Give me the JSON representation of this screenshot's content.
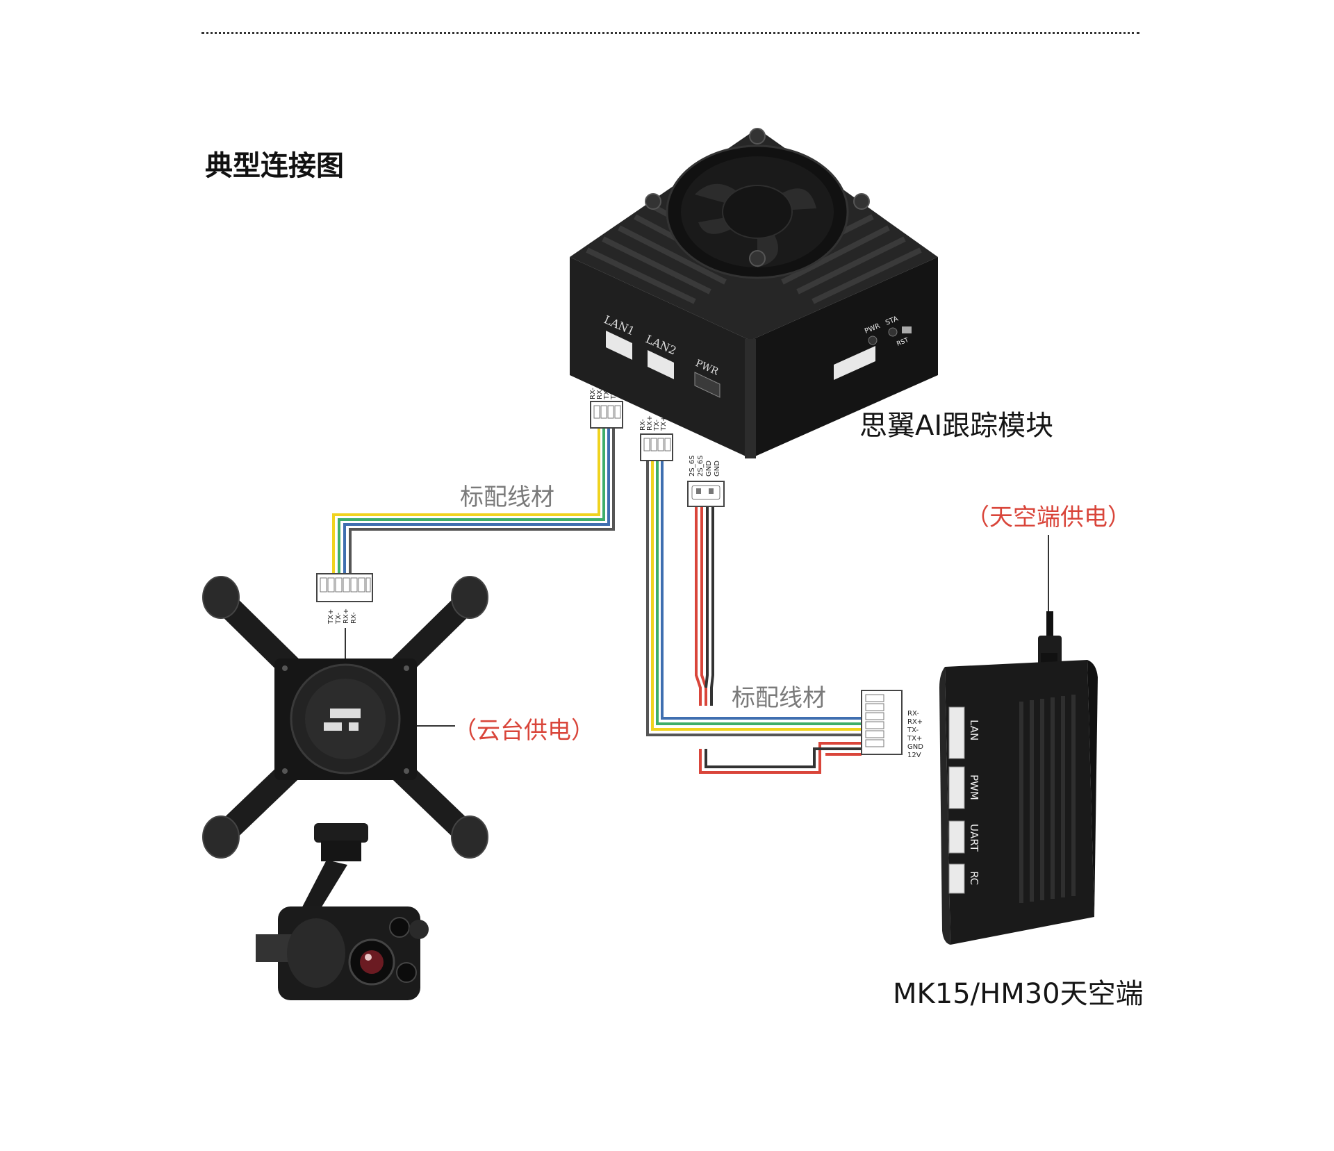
{
  "title": "典型连接图",
  "module_label": "思翼AI跟踪模块",
  "module_ports": {
    "lan1": "LAN1",
    "lan2": "LAN2",
    "pwr": "PWR",
    "pwr_led": "PWR",
    "sta_led": "STA",
    "rst": "RST"
  },
  "cable_label_1": "标配线材",
  "cable_label_2": "标配线材",
  "air_unit_power": "（天空端供电）",
  "gimbal_power": "（云台供电）",
  "air_unit_label": "MK15/HM30天空端",
  "air_unit_ports": {
    "lan": "LAN",
    "pwm": "PWM",
    "uart": "UART",
    "rc": "RC"
  },
  "pins_module_lan1": [
    "RX-",
    "RX+",
    "TX-",
    "TX+"
  ],
  "pins_module_lan2": [
    "RX-",
    "RX+",
    "TX-",
    "TX+"
  ],
  "pins_module_pwr": [
    "2S_6S",
    "2S_6S",
    "GND",
    "GND"
  ],
  "pins_gimbal": [
    "TX+",
    "TX-",
    "RX+",
    "RX-"
  ],
  "pins_air_unit": [
    "RX-",
    "RX+",
    "TX-",
    "TX+",
    "GND",
    "12V"
  ],
  "colors": {
    "yellow": "#f0d31f",
    "green": "#3fae6a",
    "blue": "#3f6fb0",
    "gray": "#555555",
    "red": "#d9453a",
    "label_red": "#d9453a",
    "label_gray": "#7a7a7a",
    "device": "#1a1a1a"
  }
}
